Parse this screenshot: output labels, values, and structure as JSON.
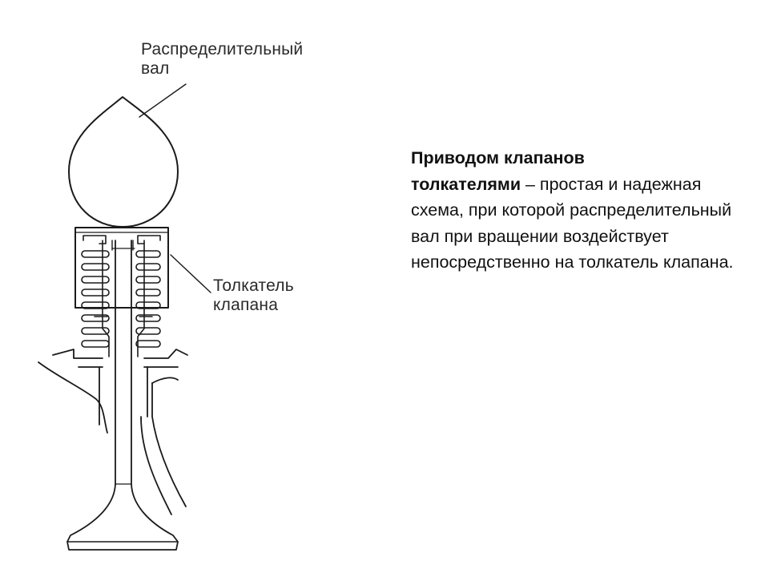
{
  "diagram": {
    "camshaft_label": {
      "line1": "Распределительный",
      "line2": "вал"
    },
    "lifter_label": {
      "line1": "Толкатель",
      "line2": "клапана"
    }
  },
  "description": {
    "bold_line1": "Приводом клапанов",
    "bold_line2": "толкателями",
    "rest": " – простая и надежная схема, при которой распределительный вал при вращении воздействует непосредственно на толкатель клапана."
  },
  "colors": {
    "line": "#1a1a1a",
    "text": "#111111",
    "background": "#ffffff"
  }
}
